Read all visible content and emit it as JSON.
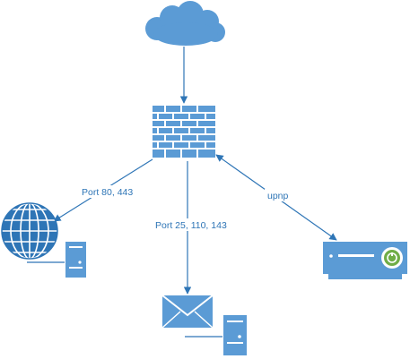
{
  "colors": {
    "primary": "#5b9bd5",
    "primary_dark": "#2e75b6",
    "line": "#2e75b6",
    "text": "#2e75b6",
    "background": "#ffffff"
  },
  "nodes": [
    {
      "id": "cloud",
      "icon": "cloud-icon"
    },
    {
      "id": "firewall",
      "icon": "firewall-brick-icon"
    },
    {
      "id": "web-server",
      "icon": "globe-icon",
      "secondary_icon": "server-tower-icon"
    },
    {
      "id": "mail-server",
      "icon": "envelope-icon",
      "secondary_icon": "server-tower-icon"
    },
    {
      "id": "nas-device",
      "icon": "nas-box-icon"
    }
  ],
  "edges": [
    {
      "from": "cloud",
      "to": "firewall",
      "label": ""
    },
    {
      "from": "firewall",
      "to": "web-server",
      "label": "Port 80, 443"
    },
    {
      "from": "firewall",
      "to": "mail-server",
      "label": "Port 25, 110, 143"
    },
    {
      "from": "nas-device",
      "to": "firewall",
      "label": "upnp",
      "bidirectional": true
    }
  ]
}
